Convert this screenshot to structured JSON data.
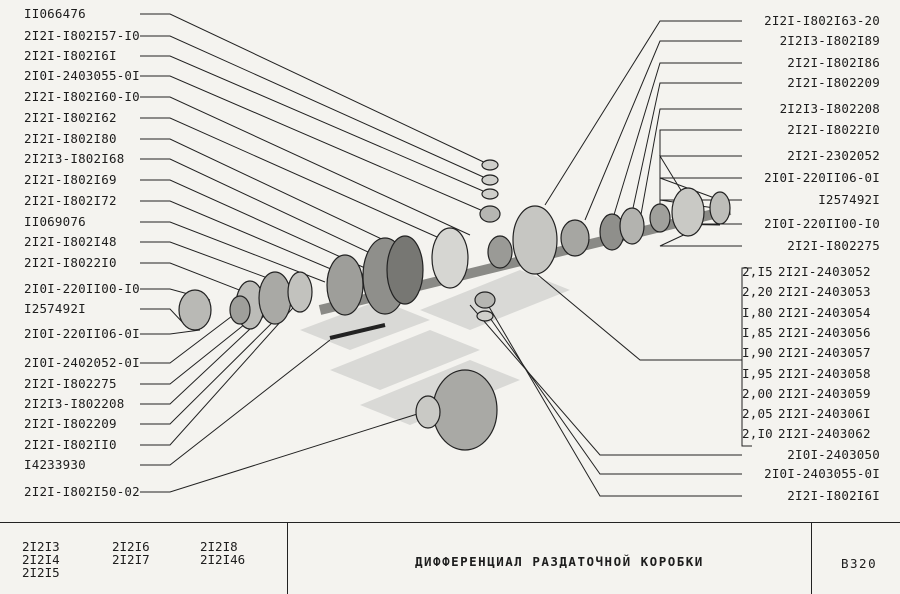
{
  "left_labels": [
    "II066476",
    "2I2I-I802I57-I0",
    "2I2I-I802I6I",
    "2I0I-2403055-0I",
    "2I2I-I802I60-I0",
    "2I2I-I802I62",
    "2I2I-I802I80",
    "2I2I3-I802I68",
    "2I2I-I802I69",
    "2I2I-I802I72",
    "II069076",
    "2I2I-I802I48",
    "2I2I-I8022I0",
    "2I0I-220II00-I0",
    "I257492I",
    "2I0I-220II06-0I",
    "2I0I-2402052-0I",
    "2I2I-I802275",
    "2I2I3-I802208",
    "2I2I-I802209",
    "2I2I-I802II0",
    "I4233930",
    "2I2I-I802I50-02"
  ],
  "right_labels": [
    "2I2I-I802I63-20",
    "2I2I3-I802I89",
    "2I2I-I802I86",
    "2I2I-I802209",
    "2I2I3-I802208",
    "2I2I-I8022I0",
    "2I2I-2302052",
    "2I0I-220II06-0I",
    "I257492I",
    "2I0I-220II00-I0",
    "2I2I-I802275"
  ],
  "thickness_table": [
    {
      "size": "2,I5",
      "part": "2I2I-2403052"
    },
    {
      "size": "2,20",
      "part": "2I2I-2403053"
    },
    {
      "size": "I,80",
      "part": "2I2I-2403054"
    },
    {
      "size": "I,85",
      "part": "2I2I-2403056"
    },
    {
      "size": "I,90",
      "part": "2I2I-2403057"
    },
    {
      "size": "I,95",
      "part": "2I2I-2403058"
    },
    {
      "size": "2,00",
      "part": "2I2I-2403059"
    },
    {
      "size": "2,05",
      "part": "2I2I-240306I"
    },
    {
      "size": "2,I0",
      "part": "2I2I-2403062"
    }
  ],
  "right_bottom_labels": [
    "2I0I-2403050",
    "2I0I-2403055-0I",
    "2I2I-I802I6I"
  ],
  "footer": {
    "models": [
      [
        "2I2I3",
        "2I2I4",
        "2I2I5"
      ],
      [
        "2I2I6",
        "2I2I7"
      ],
      [
        "2I2I8",
        "2I2I46"
      ]
    ],
    "title": "ДИФФЕРЕНЦИАЛ РАЗДАТОЧНОЙ КОРОБКИ",
    "code": "В320"
  }
}
